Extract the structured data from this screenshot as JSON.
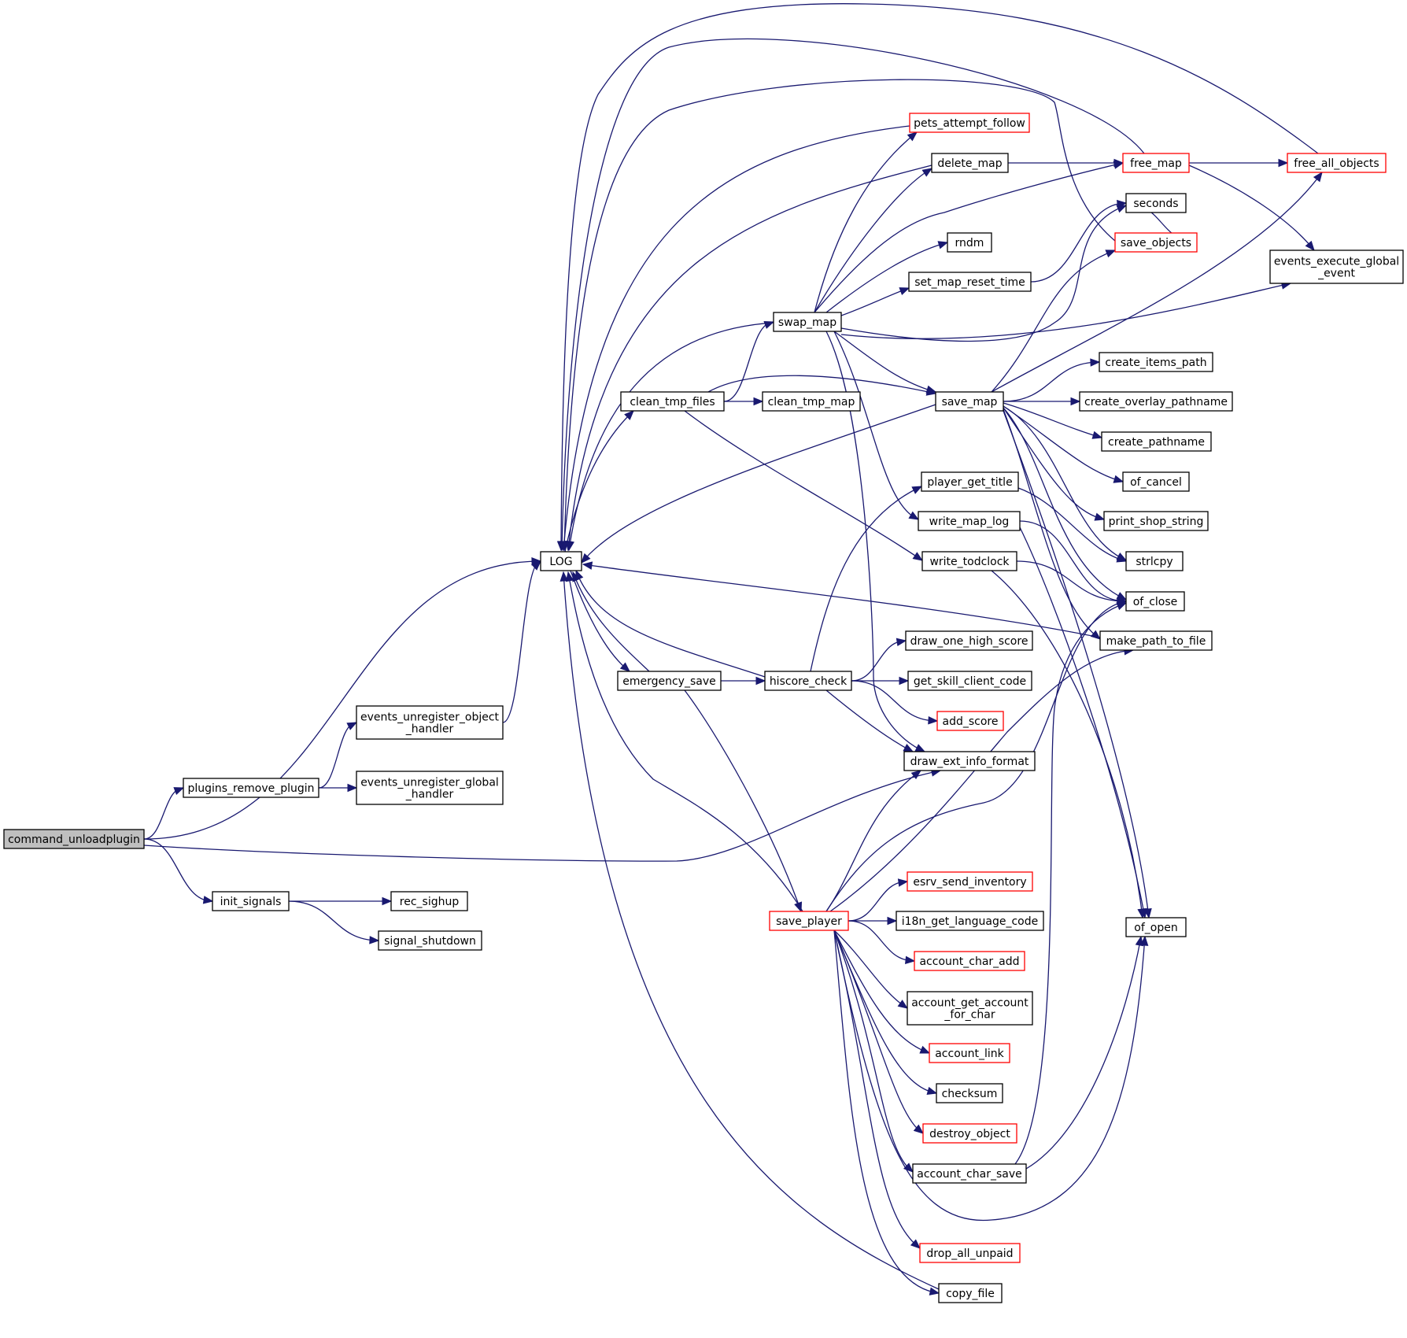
{
  "colors": {
    "edge": "#191970",
    "node_border": "#000000",
    "node_border_partial": "#ff0000",
    "root_fill": "#bfbfbf",
    "background": "#ffffff"
  },
  "nodes": {
    "command_unloadplugin": {
      "lines": [
        "command_unloadplugin"
      ],
      "variant": "root"
    },
    "plugins_remove_plugin": {
      "lines": [
        "plugins_remove_plugin"
      ]
    },
    "init_signals": {
      "lines": [
        "init_signals"
      ]
    },
    "events_unregister_object_handler": {
      "lines": [
        "events_unregister_object",
        "_handler"
      ]
    },
    "events_unregister_global_handler": {
      "lines": [
        "events_unregister_global",
        "_handler"
      ]
    },
    "rec_sighup": {
      "lines": [
        "rec_sighup"
      ]
    },
    "signal_shutdown": {
      "lines": [
        "signal_shutdown"
      ]
    },
    "LOG": {
      "lines": [
        "LOG"
      ]
    },
    "clean_tmp_files": {
      "lines": [
        "clean_tmp_files"
      ]
    },
    "emergency_save": {
      "lines": [
        "emergency_save"
      ]
    },
    "swap_map": {
      "lines": [
        "swap_map"
      ]
    },
    "clean_tmp_map": {
      "lines": [
        "clean_tmp_map"
      ]
    },
    "hiscore_check": {
      "lines": [
        "hiscore_check"
      ]
    },
    "save_player": {
      "lines": [
        "save_player"
      ],
      "variant": "partial"
    },
    "pets_attempt_follow": {
      "lines": [
        "pets_attempt_follow"
      ],
      "variant": "partial"
    },
    "delete_map": {
      "lines": [
        "delete_map"
      ]
    },
    "rndm": {
      "lines": [
        "rndm"
      ]
    },
    "set_map_reset_time": {
      "lines": [
        "set_map_reset_time"
      ]
    },
    "save_map": {
      "lines": [
        "save_map"
      ]
    },
    "player_get_title": {
      "lines": [
        "player_get_title"
      ]
    },
    "write_map_log": {
      "lines": [
        "write_map_log"
      ]
    },
    "write_todclock": {
      "lines": [
        "write_todclock"
      ]
    },
    "draw_one_high_score": {
      "lines": [
        "draw_one_high_score"
      ]
    },
    "get_skill_client_code": {
      "lines": [
        "get_skill_client_code"
      ]
    },
    "add_score": {
      "lines": [
        "add_score"
      ],
      "variant": "partial"
    },
    "draw_ext_info_format": {
      "lines": [
        "draw_ext_info_format"
      ]
    },
    "esrv_send_inventory": {
      "lines": [
        "esrv_send_inventory"
      ],
      "variant": "partial"
    },
    "i18n_get_language_code": {
      "lines": [
        "i18n_get_language_code"
      ]
    },
    "account_char_add": {
      "lines": [
        "account_char_add"
      ],
      "variant": "partial"
    },
    "account_get_account_for_char": {
      "lines": [
        "account_get_account",
        "_for_char"
      ]
    },
    "account_link": {
      "lines": [
        "account_link"
      ],
      "variant": "partial"
    },
    "checksum": {
      "lines": [
        "checksum"
      ]
    },
    "destroy_object": {
      "lines": [
        "destroy_object"
      ],
      "variant": "partial"
    },
    "account_char_save": {
      "lines": [
        "account_char_save"
      ]
    },
    "drop_all_unpaid": {
      "lines": [
        "drop_all_unpaid"
      ],
      "variant": "partial"
    },
    "copy_file": {
      "lines": [
        "copy_file"
      ]
    },
    "free_map": {
      "lines": [
        "free_map"
      ],
      "variant": "partial"
    },
    "seconds": {
      "lines": [
        "seconds"
      ]
    },
    "save_objects": {
      "lines": [
        "save_objects"
      ],
      "variant": "partial"
    },
    "create_items_path": {
      "lines": [
        "create_items_path"
      ]
    },
    "create_overlay_pathname": {
      "lines": [
        "create_overlay_pathname"
      ]
    },
    "create_pathname": {
      "lines": [
        "create_pathname"
      ]
    },
    "of_cancel": {
      "lines": [
        "of_cancel"
      ]
    },
    "print_shop_string": {
      "lines": [
        "print_shop_string"
      ]
    },
    "strlcpy": {
      "lines": [
        "strlcpy"
      ]
    },
    "of_close": {
      "lines": [
        "of_close"
      ]
    },
    "make_path_to_file": {
      "lines": [
        "make_path_to_file"
      ]
    },
    "of_open": {
      "lines": [
        "of_open"
      ]
    },
    "free_all_objects": {
      "lines": [
        "free_all_objects"
      ],
      "variant": "partial"
    },
    "events_execute_global_event": {
      "lines": [
        "events_execute_global",
        "_event"
      ]
    }
  },
  "edges": [
    [
      "command_unloadplugin",
      "LOG"
    ],
    [
      "command_unloadplugin",
      "plugins_remove_plugin"
    ],
    [
      "command_unloadplugin",
      "draw_ext_info_format"
    ],
    [
      "command_unloadplugin",
      "init_signals"
    ],
    [
      "plugins_remove_plugin",
      "events_unregister_object_handler"
    ],
    [
      "plugins_remove_plugin",
      "events_unregister_global_handler"
    ],
    [
      "events_unregister_object_handler",
      "LOG"
    ],
    [
      "init_signals",
      "rec_sighup"
    ],
    [
      "init_signals",
      "signal_shutdown"
    ],
    [
      "LOG",
      "clean_tmp_files"
    ],
    [
      "LOG",
      "emergency_save"
    ],
    [
      "clean_tmp_files",
      "swap_map"
    ],
    [
      "clean_tmp_files",
      "clean_tmp_map"
    ],
    [
      "clean_tmp_files",
      "save_map"
    ],
    [
      "clean_tmp_files",
      "write_todclock"
    ],
    [
      "emergency_save",
      "LOG"
    ],
    [
      "emergency_save",
      "hiscore_check"
    ],
    [
      "emergency_save",
      "save_player"
    ],
    [
      "swap_map",
      "LOG"
    ],
    [
      "swap_map",
      "pets_attempt_follow"
    ],
    [
      "swap_map",
      "delete_map"
    ],
    [
      "swap_map",
      "free_map"
    ],
    [
      "swap_map",
      "rndm"
    ],
    [
      "swap_map",
      "set_map_reset_time"
    ],
    [
      "swap_map",
      "seconds"
    ],
    [
      "swap_map",
      "save_map"
    ],
    [
      "swap_map",
      "events_execute_global_event"
    ],
    [
      "swap_map",
      "write_map_log"
    ],
    [
      "swap_map",
      "draw_ext_info_format"
    ],
    [
      "delete_map",
      "free_map"
    ],
    [
      "delete_map",
      "LOG"
    ],
    [
      "pets_attempt_follow",
      "LOG"
    ],
    [
      "set_map_reset_time",
      "seconds"
    ],
    [
      "free_map",
      "free_all_objects"
    ],
    [
      "free_map",
      "events_execute_global_event"
    ],
    [
      "free_map",
      "LOG"
    ],
    [
      "free_all_objects",
      "LOG"
    ],
    [
      "save_objects",
      "seconds"
    ],
    [
      "save_objects",
      "LOG"
    ],
    [
      "save_map",
      "LOG"
    ],
    [
      "save_map",
      "save_objects"
    ],
    [
      "save_map",
      "free_all_objects"
    ],
    [
      "save_map",
      "create_items_path"
    ],
    [
      "save_map",
      "create_overlay_pathname"
    ],
    [
      "save_map",
      "create_pathname"
    ],
    [
      "save_map",
      "of_cancel"
    ],
    [
      "save_map",
      "print_shop_string"
    ],
    [
      "save_map",
      "strlcpy"
    ],
    [
      "save_map",
      "of_close"
    ],
    [
      "save_map",
      "make_path_to_file"
    ],
    [
      "save_map",
      "of_open"
    ],
    [
      "player_get_title",
      "strlcpy"
    ],
    [
      "write_map_log",
      "of_close"
    ],
    [
      "write_map_log",
      "of_open"
    ],
    [
      "write_todclock",
      "of_close"
    ],
    [
      "write_todclock",
      "of_open"
    ],
    [
      "make_path_to_file",
      "LOG"
    ],
    [
      "hiscore_check",
      "LOG"
    ],
    [
      "hiscore_check",
      "player_get_title"
    ],
    [
      "hiscore_check",
      "draw_one_high_score"
    ],
    [
      "hiscore_check",
      "get_skill_client_code"
    ],
    [
      "hiscore_check",
      "add_score"
    ],
    [
      "hiscore_check",
      "draw_ext_info_format"
    ],
    [
      "save_player",
      "LOG"
    ],
    [
      "save_player",
      "draw_ext_info_format"
    ],
    [
      "save_player",
      "of_close"
    ],
    [
      "save_player",
      "make_path_to_file"
    ],
    [
      "save_player",
      "esrv_send_inventory"
    ],
    [
      "save_player",
      "i18n_get_language_code"
    ],
    [
      "save_player",
      "account_char_add"
    ],
    [
      "save_player",
      "account_get_account_for_char"
    ],
    [
      "save_player",
      "account_link"
    ],
    [
      "save_player",
      "checksum"
    ],
    [
      "save_player",
      "destroy_object"
    ],
    [
      "save_player",
      "account_char_save"
    ],
    [
      "save_player",
      "drop_all_unpaid"
    ],
    [
      "save_player",
      "copy_file"
    ],
    [
      "save_player",
      "of_open"
    ],
    [
      "account_char_save",
      "of_close"
    ],
    [
      "account_char_save",
      "of_open"
    ],
    [
      "copy_file",
      "LOG"
    ]
  ]
}
